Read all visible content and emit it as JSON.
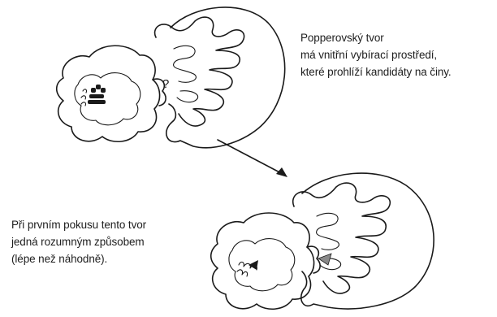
{
  "caption_top": {
    "lines": [
      "Popperovský tvor",
      "má vnitřní vybírací prostředí,",
      "které prohlíží kandidáty na činy."
    ]
  },
  "caption_bottom": {
    "lines": [
      "Při prvním pokusu tento tvor",
      "jedná rozumným způsobem",
      "(lépe než náhodně)."
    ]
  },
  "question_mark": "?"
}
